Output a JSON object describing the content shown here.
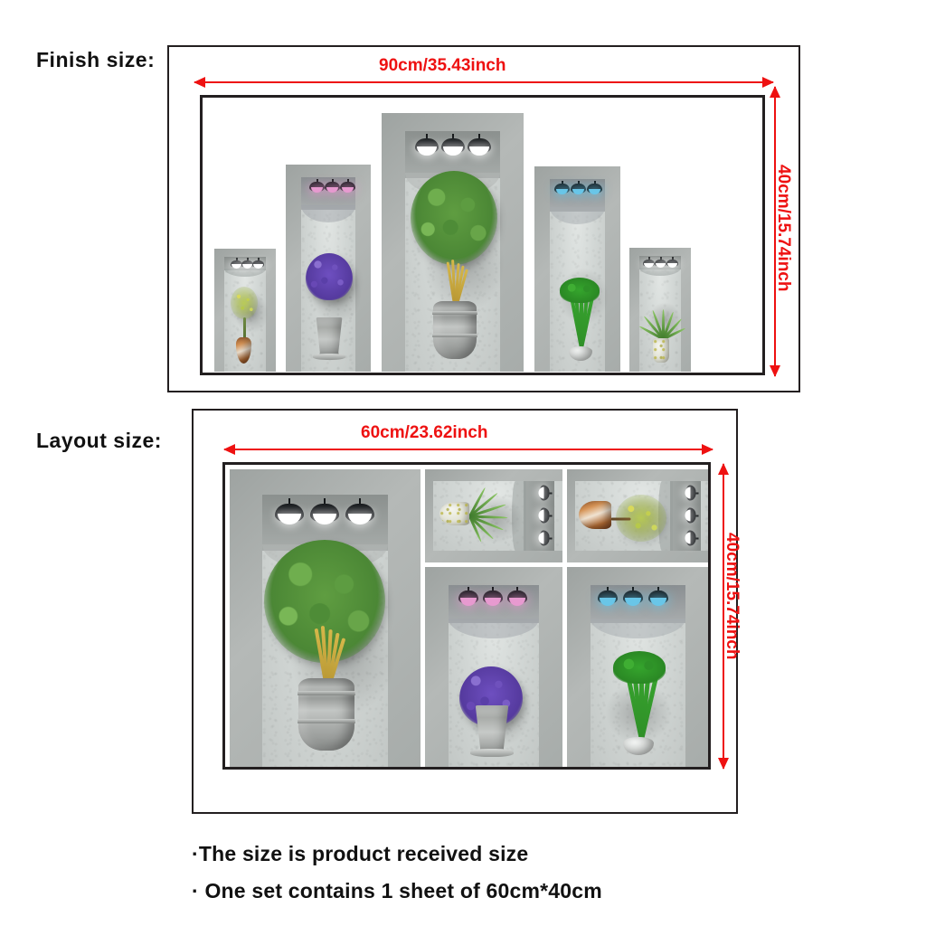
{
  "labels": {
    "finish_size": "Finish  size:",
    "layout_size": "Layout size:"
  },
  "dimensions": {
    "finish_width": "90cm/35.43inch",
    "finish_height": "40cm/15.74inch",
    "layout_width": "60cm/23.62inch",
    "layout_height": "40cm/15.74inch"
  },
  "notes": {
    "line_1": "·The  size  is  product  received size",
    "line_2": "· One set contains  1  sheet  of  60cm*40cm"
  },
  "colors": {
    "dimension_red": "#ee1111",
    "frame_black": "#231f20",
    "text_black": "#111111",
    "lamp_white": "#ffffff",
    "lamp_pink": "#e79ad0",
    "lamp_blue": "#69c6e8",
    "foliage_green": "#4b8735",
    "flower_purple": "#6e4fc0",
    "page_background": "#ffffff"
  },
  "finish_panel": {
    "name": "Finish size preview",
    "niches": [
      {
        "id": "niche-small-tree",
        "plant": "potted-yellow-tree",
        "pot": "copper-pot",
        "lamp_color": "white",
        "lamp_count": 3
      },
      {
        "id": "niche-purple-flower",
        "plant": "purple-flower-bush",
        "pot": "stone-urn",
        "lamp_color": "pink",
        "lamp_count": 3
      },
      {
        "id": "niche-bamboo",
        "plant": "bamboo-tree",
        "pot": "stone-barrel",
        "lamp_color": "white",
        "lamp_count": 3
      },
      {
        "id": "niche-lucky-bamboo",
        "plant": "lucky-bamboo",
        "pot": "white-bowl",
        "lamp_color": "blue",
        "lamp_count": 3
      },
      {
        "id": "niche-palm",
        "plant": "small-palm",
        "pot": "speckled-pot",
        "lamp_color": "white",
        "lamp_count": 3
      }
    ]
  },
  "layout_panel": {
    "name": "Layout size sheet",
    "tiles": [
      {
        "id": "tile-bamboo",
        "plant": "bamboo-tree",
        "pot": "stone-barrel",
        "lamp_color": "white",
        "lamp_count": 3,
        "orientation": "vertical"
      },
      {
        "id": "tile-palm",
        "plant": "small-palm",
        "pot": "speckled-pot",
        "lamp_color": "white",
        "lamp_count": 3,
        "orientation": "rotated"
      },
      {
        "id": "tile-yellow-tree",
        "plant": "potted-yellow-tree",
        "pot": "copper-pot",
        "lamp_color": "white",
        "lamp_count": 3,
        "orientation": "rotated"
      },
      {
        "id": "tile-purple-flower",
        "plant": "purple-flower-bush",
        "pot": "stone-urn",
        "lamp_color": "pink",
        "lamp_count": 3,
        "orientation": "vertical"
      },
      {
        "id": "tile-lucky-bamboo",
        "plant": "lucky-bamboo",
        "pot": "white-bowl",
        "lamp_color": "blue",
        "lamp_count": 3,
        "orientation": "vertical"
      }
    ]
  }
}
